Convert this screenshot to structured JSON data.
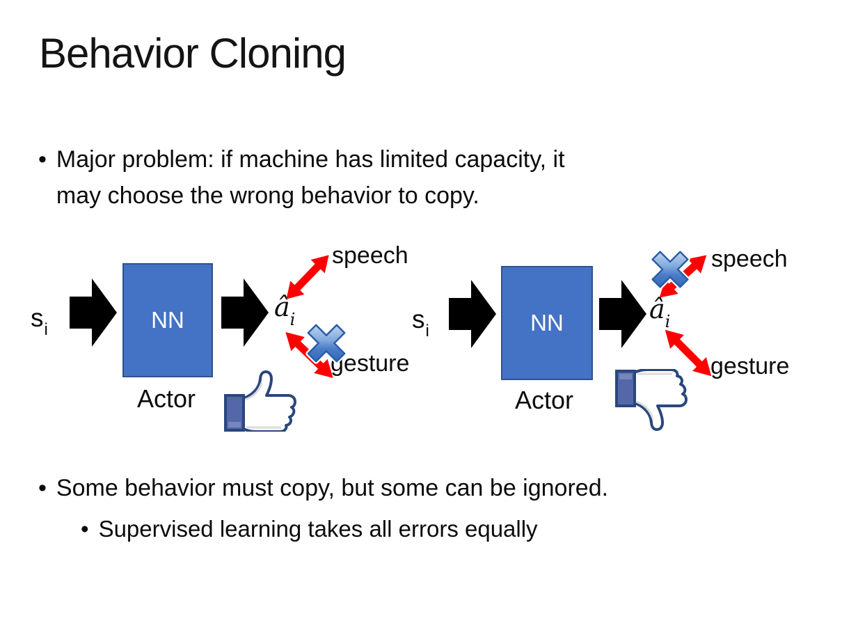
{
  "slide": {
    "title": "Behavior Cloning",
    "bullet_char": "•",
    "bullets": {
      "problem": {
        "lines": [
          "Major problem: if machine has limited capacity, it",
          "may choose the wrong behavior to copy."
        ]
      },
      "conclusion": "Some behavior must copy, but some can be ignored.",
      "sub_point": "Supervised learning takes all errors equally"
    },
    "diagram_left": {
      "input_label": "s",
      "input_subscript": "i",
      "box_label": "NN",
      "box_caption": "Actor",
      "output_label": "â",
      "output_subscript": "i",
      "branch_top": "speech",
      "branch_bottom": "gesture",
      "crossed_out_branch": "gesture",
      "feedback_icon": "thumbs-up"
    },
    "diagram_right": {
      "input_label": "s",
      "input_subscript": "i",
      "box_label": "NN",
      "box_caption": "Actor",
      "output_label": "â",
      "output_subscript": "i",
      "branch_top": "speech",
      "branch_bottom": "gesture",
      "crossed_out_branch": "speech",
      "feedback_icon": "thumbs-down"
    },
    "colors": {
      "background": "#FFFFFF",
      "text": "#0B0B0B",
      "nn_box_fill": "#4472C4",
      "nn_box_border": "#2F528F",
      "nn_box_text": "#FFFFFF",
      "flow_arrow": "#000000",
      "branch_arrow": "#FF0000",
      "cross_icon_blue": "#3F76C9",
      "thumb_outline": "#29477D",
      "thumb_cuff": "#5468A9"
    }
  }
}
